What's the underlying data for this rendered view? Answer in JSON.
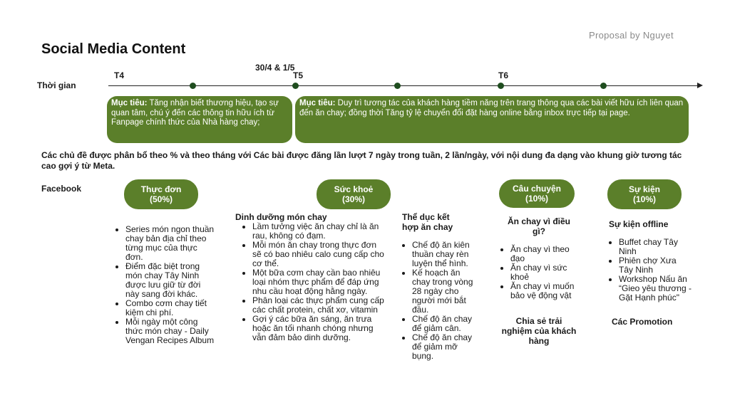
{
  "header": {
    "proposal": "Proposal by Nguyet",
    "title": "Social Media Content"
  },
  "timeline": {
    "label": "Thời gian",
    "t4": "T4",
    "t5_date": "30/4 & 1/5",
    "t5": "T5",
    "t6": "T6"
  },
  "goals": {
    "goal1_label": "Mục tiêu:",
    "goal1_text": " Tăng nhận biết thương hiệu, tạo sự quan tâm, chú ý đến các thông tin hữu ích từ Fanpage chính thức của Nhà hàng chay;",
    "goal2_label": "Mục tiêu:",
    "goal2_text": " Duy trì tương tác của khách hàng tiềm năng trên trang thông qua các bài viết hữu ích liên quan đến ăn chay; đồng thời Tăng tỷ lệ chuyển đổi đặt hàng online bằng inbox trực tiếp tại page."
  },
  "description": "Các chủ đề được phân bổ theo % và theo tháng với Các bài được đăng lần lượt 7 ngày trong tuần, 2 lần/ngày, với nội dung đa dạng vào khung giờ tương tác cao gợi ý từ Meta.",
  "facebook_label": "Facebook",
  "categories": {
    "thucdon_name": "Thực đơn",
    "thucdon_pct": "(50%)",
    "suckhoe_name": "Sức khoẻ",
    "suckhoe_pct": "(30%)",
    "cauchuyen_name": "Câu chuyện",
    "cauchuyen_pct": "(10%)",
    "sukien_name": "Sự kiện",
    "sukien_pct": "(10%)"
  },
  "thucdon_items": [
    "Series món ngon thuần chay bản địa chỉ theo từng mục của thực đơn.",
    "Điểm đặc biệt trong món chay Tây Ninh được lưu giữ từ đời này sang đời khác.",
    "Combo cơm chay tiết kiệm chi phí.",
    "Mỗi ngày một công thức món chay - Daily Vengan Recipes Album"
  ],
  "dinhduong": {
    "title": "Dinh dưỡng món chay",
    "items": [
      "Lầm tưởng việc ăn chay chỉ là ăn rau, không có đạm.",
      "Mỗi món ăn chay trong thực đơn sẽ có bao nhiêu calo cung cấp cho cơ thể.",
      "Một bữa cơm chay cần bao nhiêu loại nhóm thực phẩm để đáp ứng nhu cầu hoạt động hằng ngày.",
      "Phân loại các thực phẩm cung cấp các chất protein, chất xơ, vitamin",
      "Gợi ý các bữa ăn sáng, ăn trưa hoặc ăn tối nhanh chóng nhưng vẫn đảm bảo dinh dưỡng."
    ]
  },
  "theduc": {
    "title": "Thể dục kết hợp ăn chay",
    "items": [
      "Chế độ ăn kiên thuần chay rèn luyện thể hình.",
      "Kế hoạch ăn chay trong vòng 28 ngày cho người mới bắt đầu.",
      "Chế độ ăn chay để giảm cân.",
      "Chế độ ăn chay để giảm mỡ bụng."
    ]
  },
  "cauchuyen": {
    "title": "Ăn chay vì điều gì?",
    "items": [
      "Ăn chay vì theo đạo",
      "Ăn chay vì sức khoẻ",
      "Ăn chay vì muốn bảo vệ động vật"
    ],
    "share_title": "Chia sẻ trải nghiệm của khách hàng"
  },
  "sukien": {
    "title": "Sự kiện offline",
    "items": [
      "Buffet chay Tây Ninh",
      "Phiên chợ Xưa Tây Ninh",
      "Workshop Nấu ăn “Gieo yêu thương - Gặt Hạnh phúc\""
    ],
    "promo": "Các Promotion"
  }
}
